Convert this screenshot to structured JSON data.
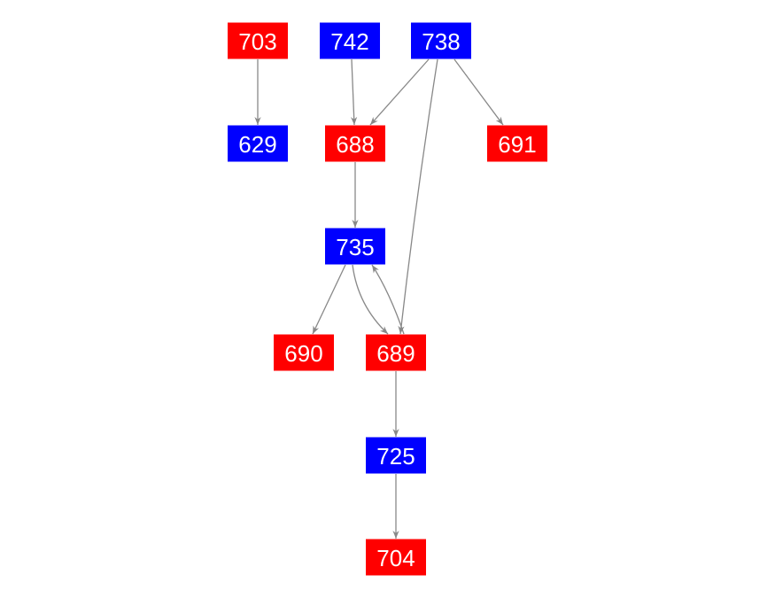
{
  "colors": {
    "red": "#ff0000",
    "blue": "#0000ff",
    "edge": "#888888"
  },
  "nodes": [
    {
      "id": "703",
      "label": "703",
      "color": "red"
    },
    {
      "id": "742",
      "label": "742",
      "color": "blue"
    },
    {
      "id": "738",
      "label": "738",
      "color": "blue"
    },
    {
      "id": "629",
      "label": "629",
      "color": "blue"
    },
    {
      "id": "688",
      "label": "688",
      "color": "red"
    },
    {
      "id": "691",
      "label": "691",
      "color": "red"
    },
    {
      "id": "735",
      "label": "735",
      "color": "blue"
    },
    {
      "id": "690",
      "label": "690",
      "color": "red"
    },
    {
      "id": "689",
      "label": "689",
      "color": "red"
    },
    {
      "id": "725",
      "label": "725",
      "color": "blue"
    },
    {
      "id": "704",
      "label": "704",
      "color": "red"
    }
  ],
  "edges": [
    {
      "from": "703",
      "to": "629"
    },
    {
      "from": "742",
      "to": "688"
    },
    {
      "from": "738",
      "to": "688"
    },
    {
      "from": "738",
      "to": "691"
    },
    {
      "from": "738",
      "to": "689"
    },
    {
      "from": "688",
      "to": "735"
    },
    {
      "from": "735",
      "to": "690"
    },
    {
      "from": "735",
      "to": "689"
    },
    {
      "from": "689",
      "to": "735"
    },
    {
      "from": "689",
      "to": "725"
    },
    {
      "from": "725",
      "to": "704"
    }
  ]
}
